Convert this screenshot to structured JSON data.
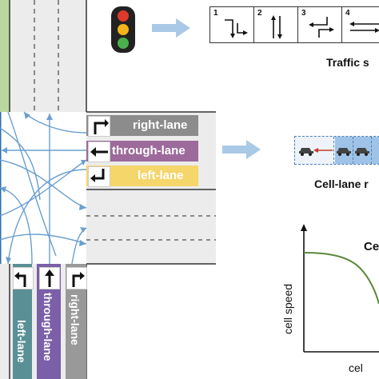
{
  "east_lanes": {
    "right_label": "right-lane",
    "through_label": "through-lane",
    "left_label": "left-lane"
  },
  "south_lanes": {
    "left_label": "left-lane",
    "through_label": "through-lane",
    "right_label": "right-lane"
  },
  "signal_phases": {
    "phases": [
      {
        "number": "1"
      },
      {
        "number": "2"
      },
      {
        "number": "3"
      },
      {
        "number": "4"
      }
    ],
    "caption": "Traffic s"
  },
  "cell_lane": {
    "caption": "Cell-lane r"
  },
  "speed_chart": {
    "ylabel": "cell speed",
    "title_partial": "Ce",
    "xlabel_partial": "cel"
  },
  "colors": {
    "right_lane": "#8c8c8c",
    "through_lane": "#9d6b9b",
    "left_lane": "#f5d66a",
    "south_left": "#5a8f96",
    "south_through": "#7b5fa8",
    "south_right": "#999999",
    "flow_arrows": "#6a9fd0",
    "curve": "#5a8a3a"
  }
}
